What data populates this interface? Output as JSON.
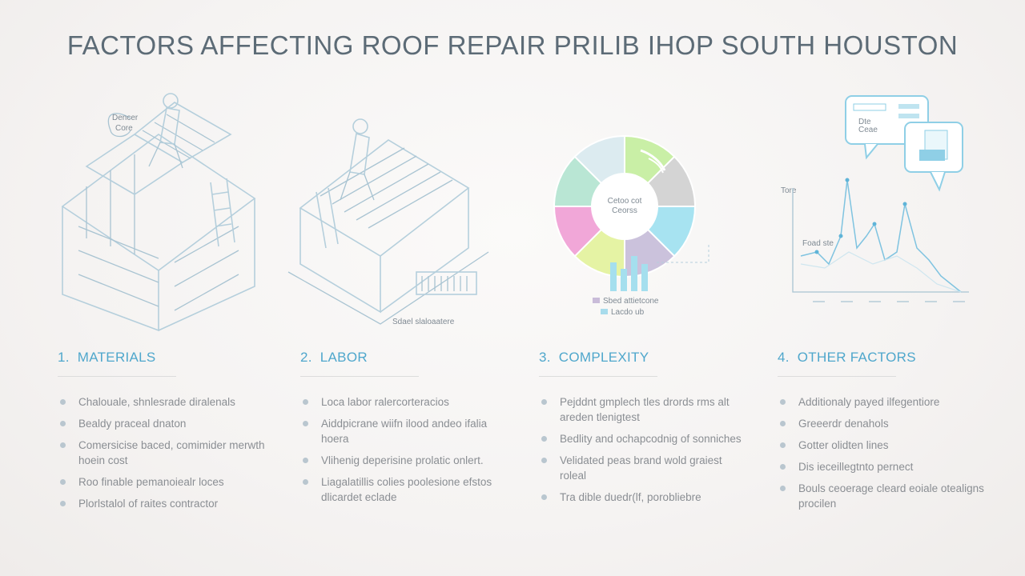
{
  "title": "FACTORS AFFECTING ROOF REPAIR PRILIB IHOP SOUTH HOUSTON",
  "illustrations": {
    "house1_bubble_line1": "Dencer",
    "house1_bubble_line2": "Core",
    "house2_caption": "Sdael slaloaatere",
    "pie_center_line1": "Cetoo cot",
    "pie_center_line2": "Ceorss",
    "pie_legend": [
      "Sbed attietcone",
      "Lacdo ub"
    ],
    "pie_legend_colors": [
      "#c9bcd9",
      "#a8dcec"
    ],
    "pie_colors": [
      "#b9e6d4",
      "#dcebf0",
      "#c9efa6",
      "#d4d4d4",
      "#a7e3f1",
      "#cbc2dc",
      "#e5f3a4",
      "#f1a7d8"
    ],
    "chart_label_top": "Tore",
    "chart_label_mid": "Foad ste",
    "chart_bubble_line1": "Dte",
    "chart_bubble_line2": "Ceae",
    "accent_color": "#4fa7cc"
  },
  "columns": [
    {
      "number": "1.",
      "heading": "MATERIALS",
      "items": [
        "Chalouale, shnlesrade diralenals",
        "Bealdy praceal dnaton",
        "Comersicise baced, comimider merwth hoein cost",
        "Roo finable pemanoiealr loces",
        "Plorlstalol of raites contractor"
      ]
    },
    {
      "number": "2.",
      "heading": "LABOR",
      "items": [
        "Loca labor ralercorteracios",
        "Aiddpicrane wiifn ilood andeo ifalia hoera",
        "Vlihenig deperisine prolatic onlert.",
        "Liagalatillis colies poolesione efstos dlicardet eclade"
      ]
    },
    {
      "number": "3.",
      "heading": "COMPLEXITY",
      "items": [
        "Pejddnt gmplech tles drords rms alt areden tlenigtest",
        "Bedlity and ochapcodnig of sonniches",
        "Velidated peas brand wold graiest roleal",
        "Tra dible duedr(lf, porobliebre"
      ]
    },
    {
      "number": "4.",
      "heading": "OTHER FACTORS",
      "items": [
        "Additionaly payed ilfegentiore",
        "Greeerdr denahols",
        "Gotter olidten lines",
        "Dis ieceillegtnto pernect",
        "Bouls ceoerage cleard eoiale otealigns procilen"
      ]
    }
  ]
}
